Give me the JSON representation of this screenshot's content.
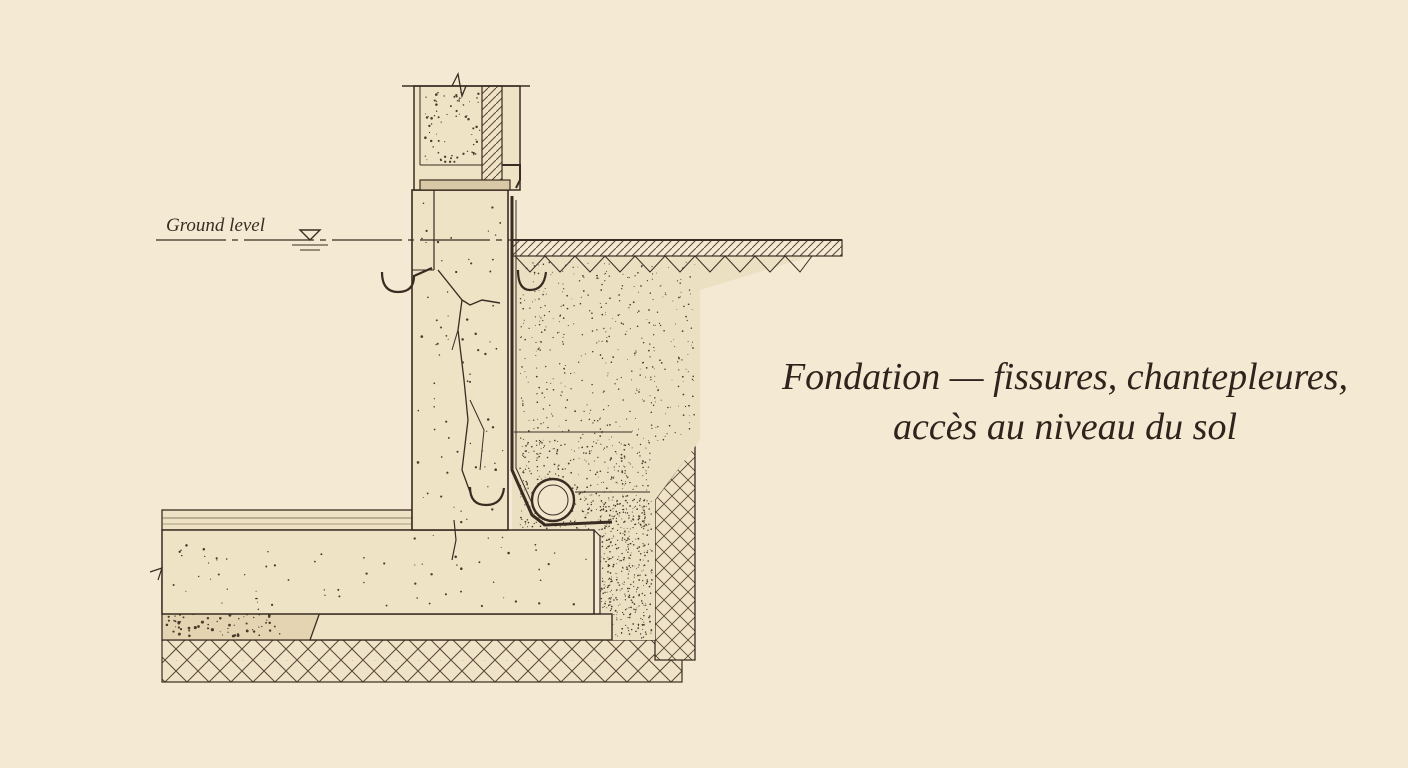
{
  "diagram": {
    "ground_label": "Ground level",
    "caption_line1": "Fondation — fissures, chantepleures,",
    "caption_line2": "accès au niveau du sol"
  },
  "colors": {
    "paper": "#f4ead3",
    "ink": "#3a2c22",
    "concrete": "#efe3c6",
    "soil": "#ebdcbd"
  }
}
